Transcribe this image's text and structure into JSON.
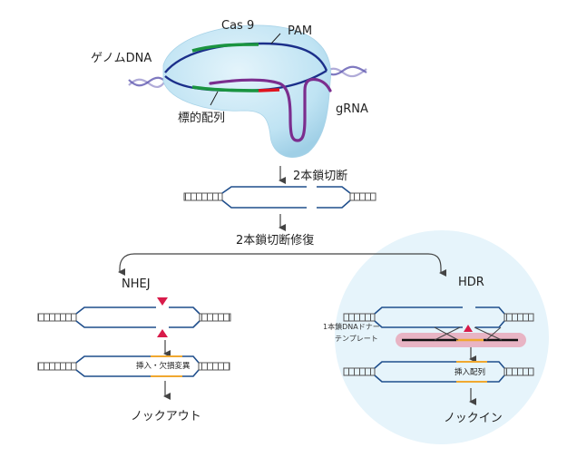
{
  "diagram": {
    "top": {
      "cas9_label": "Cas 9",
      "pam_label": "PAM",
      "genome_dna_label": "ゲノムDNA",
      "target_sequence_label": "標的配列",
      "grna_label": "gRNA"
    },
    "step1": {
      "label": "2本鎖切断"
    },
    "step2": {
      "label": "2本鎖切断修復"
    },
    "nhej": {
      "title": "NHEJ",
      "mutation_label": "挿入・欠損変異",
      "result_label": "ノックアウト"
    },
    "hdr": {
      "title": "HDR",
      "donor_label_line1": "1本鎖DNAドナー",
      "donor_label_line2": "テンプレート",
      "insert_label": "挿入配列",
      "result_label": "ノックイン"
    },
    "colors": {
      "dna_strand": "#1f4e8c",
      "cas9_body": "#bfe3f3",
      "target_green": "#1a9440",
      "pam_red": "#e0141e",
      "grna_purple": "#7b2d8e",
      "cut_marker": "#d81b4a",
      "insert_orange": "#f0a830",
      "hdr_circle": "#e6f4fb",
      "donor_band": "#e8b4c4"
    }
  }
}
